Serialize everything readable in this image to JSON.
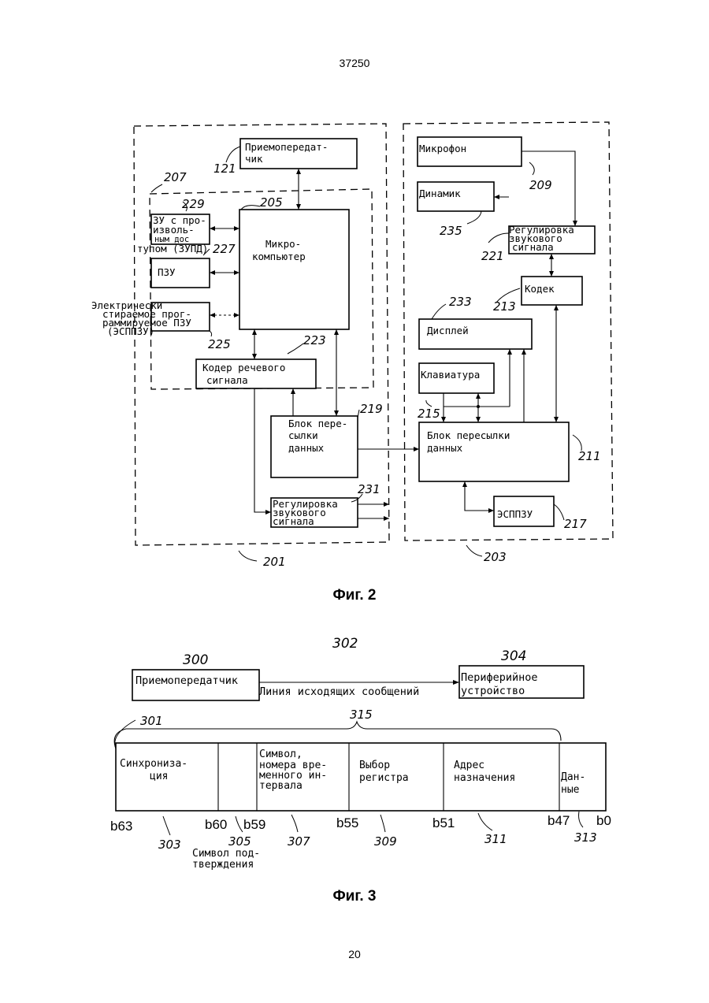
{
  "header": {
    "page_code": "37250"
  },
  "footer": {
    "page_number": "20"
  },
  "fig2": {
    "caption": "Фиг. 2",
    "blocks": {
      "transceiver": {
        "line1": "Приемопередат-",
        "line2": "чик",
        "ref": "121"
      },
      "microcomputer": {
        "line1": "Микро-",
        "line2": "компьютер",
        "ref": "205"
      },
      "ram": {
        "line1": "ЗУ с про-",
        "line2": "изволь-",
        "line3": "ным дос",
        "line4": "тупом (ЗУПД)",
        "ref": "229"
      },
      "rom": {
        "label": "ПЗУ",
        "ref": "227"
      },
      "eeprom": {
        "line1": "Электрически",
        "line2": "стираемое прог-",
        "line3": "раммируемое ПЗУ",
        "line4": "(ЭСППЗУ)",
        "ref": "225"
      },
      "speech_coder": {
        "line1": "Кодер речевого",
        "line2": "сигнала",
        "ref": "223"
      },
      "transfer_left": {
        "line1": "Блок пере-",
        "line2": "сылки",
        "line3": "данных",
        "ref": "219"
      },
      "audio_left": {
        "line1": "Регулировка",
        "line2": "звукового",
        "line3": "сигнала",
        "ref": "231"
      },
      "microphone": {
        "label": "Микрофон",
        "ref": "209"
      },
      "speaker": {
        "label": "Динамик",
        "ref": "235"
      },
      "audio_right": {
        "line1": "Регулировка",
        "line2": "звукового",
        "line3": "сигнала",
        "ref": "221"
      },
      "codec": {
        "label": "Кодек",
        "ref": "213"
      },
      "display": {
        "label": "Дисплей",
        "ref": "233"
      },
      "keyboard": {
        "label": "Клавиатура",
        "ref": "215"
      },
      "transfer_right": {
        "line1": "Блок пересылки",
        "line2": "данных",
        "ref": "211"
      },
      "eeprom_right": {
        "label": "ЭСППЗУ",
        "ref": "217"
      }
    },
    "groups": {
      "inner_ref": "207",
      "left_ref": "201",
      "right_ref": "203"
    }
  },
  "fig3": {
    "caption": "Фиг. 3",
    "transceiver": {
      "label": "Приемопередатчик",
      "ref": "300"
    },
    "line": {
      "label": "Линия исходящих сообщений",
      "ref": "302"
    },
    "peripheral": {
      "line1": "Периферийное",
      "line2": "устройство",
      "ref": "304"
    },
    "brace_refs": {
      "left": "301",
      "right": "315"
    },
    "fields": [
      {
        "line1": "Синхрониза-",
        "line2": "ция"
      },
      {
        "line1": "Символ,",
        "line2": "номера вре-",
        "line3": "менного ин-",
        "line4": "тервала"
      },
      {
        "line1": "Выбор",
        "line2": "регистра"
      },
      {
        "line1": "Адрес",
        "line2": "назначения"
      },
      {
        "line1": "Дан-",
        "line2": "ные"
      }
    ],
    "bits": [
      "b63",
      "b60",
      "b59",
      "b55",
      "b51",
      "b47",
      "b0"
    ],
    "refs": [
      "303",
      "305",
      "307",
      "309",
      "311",
      "313"
    ],
    "ack": {
      "line1": "Символ под-",
      "line2": "тверждения"
    }
  }
}
